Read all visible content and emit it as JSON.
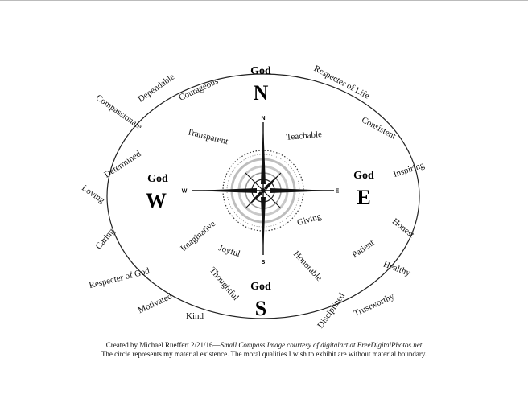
{
  "directions": {
    "north": {
      "god": "God",
      "letter": "N"
    },
    "south": {
      "god": "God",
      "letter": "S"
    },
    "east": {
      "god": "God",
      "letter": "E"
    },
    "west": {
      "god": "God",
      "letter": "W"
    }
  },
  "compass": {
    "n": "N",
    "s": "S",
    "e": "E",
    "w": "W"
  },
  "qualities": [
    "Dependable",
    "Courageous",
    "Respecter of Life",
    "Compassionate",
    "Consistent",
    "Transparent",
    "Teachable",
    "Determined",
    "Inspiring",
    "Loving",
    "Honest",
    "Caring",
    "Imaginative",
    "Giving",
    "Joyful",
    "Patient",
    "Healthy",
    "Respecter of God",
    "Honorable",
    "Thoughtful",
    "Trustworthy",
    "Motivated",
    "Disciplined",
    "Kind"
  ],
  "footer": {
    "credit_plain": "Created by Michael Rueffert 2/21/16—",
    "credit_italic": "Small Compass  Image courtesy of digitalart at FreeDigitalPhotos.net",
    "caption": "The circle represents my material existence.  The moral qualities I wish to exhibit  are without material boundary."
  }
}
